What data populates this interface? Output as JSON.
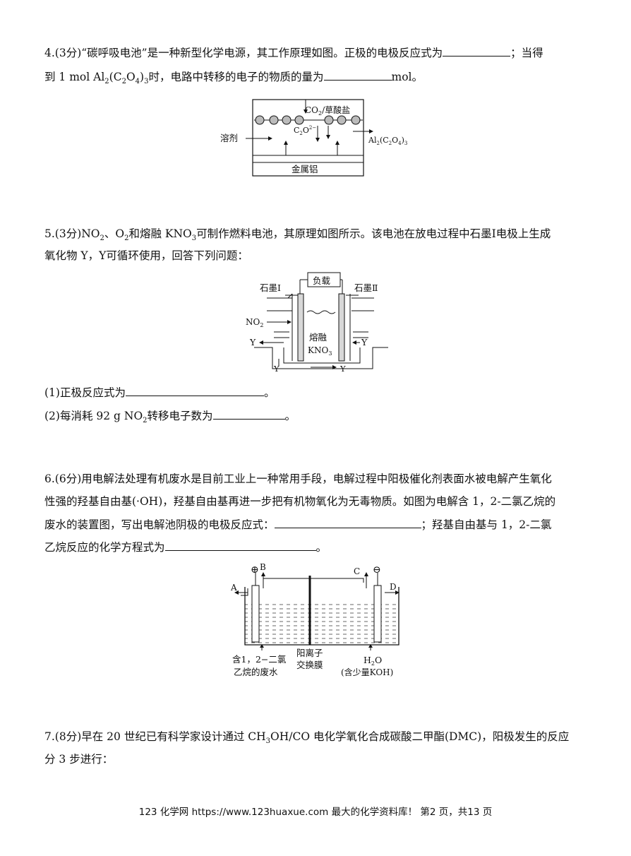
{
  "q4": {
    "line1_a": "4.(3分)“碳呼吸电池”是一种新型化学电源，其工作原理如图。正极的电极反应式为",
    "line1_b": "；当得",
    "line2_a": "到 1 mol Al",
    "line2_sub1": "2",
    "line2_b": "(C",
    "line2_sub2": "2",
    "line2_c": "O",
    "line2_sub3": "4",
    "line2_d": ")",
    "line2_sub4": "3",
    "line2_e": "时，电路中转移的电子的物质的量为",
    "line2_f": "mol。",
    "fig": {
      "co2": "CO",
      "co2_sub": "2",
      "co2_rest": "/草酸盐",
      "c2o4": "C",
      "c2o4_sub1": "2",
      "c2o4_o": "O",
      "c2o4_sup": "2−",
      "c2o4_sub2": "4",
      "solvent": "溶剂",
      "product": "Al",
      "product_sub1": "2",
      "product_mid": "(C",
      "product_sub2": "2",
      "product_o": "O",
      "product_sub3": "4",
      "product_end": ")",
      "product_sub4": "3",
      "metal": "金属铝"
    }
  },
  "q5": {
    "line1_a": "5.(3分)NO",
    "line1_sub1": "2",
    "line1_b": "、O",
    "line1_sub2": "2",
    "line1_c": "和熔融 KNO",
    "line1_sub3": "3",
    "line1_d": "可制作燃料电池，其原理如图所示。该电池在放电过程中石墨Ⅰ电极上生成",
    "line2": "氧化物 Y，Y可循环使用，回答下列问题：",
    "fig": {
      "load": "负载",
      "graphite1": "石墨Ⅰ",
      "graphite2": "石墨Ⅱ",
      "no2": "NO",
      "no2_sub": "2",
      "y": "Y",
      "molten": "熔融",
      "kno3": "KNO",
      "kno3_sub": "3"
    },
    "sub1": "(1)正极反应式为",
    "sub1_end": "。",
    "sub2_a": "(2)每消耗 92 g NO",
    "sub2_sub": "2",
    "sub2_b": "转移电子数为",
    "sub2_end": "。"
  },
  "q6": {
    "line1": "6.(6分)用电解法处理有机废水是目前工业上一种常用手段，电解过程中阳极催化剂表面水被电解产生氧化",
    "line2": "性强的羟基自由基(·OH)，羟基自由基再进一步把有机物氧化为无毒物质。如图为电解含 1，2-二氯乙烷的",
    "line3_a": "废水的装置图，写出电解池阴极的电极反应式：",
    "line3_b": "；羟基自由基与 1，2-二氯",
    "line4_a": "乙烷反应的化学方程式为",
    "line4_b": "。",
    "fig": {
      "plus": "⊕",
      "minus": "⊖",
      "a": "A",
      "b": "B",
      "c": "C",
      "d": "D",
      "waste1": "含1，2−二氯",
      "waste2": "乙烷的废水",
      "membrane1": "阳离子",
      "membrane2": "交换膜",
      "water": "H",
      "water_sub": "2",
      "water_o": "O",
      "koh": "(含少量KOH)"
    }
  },
  "q7": {
    "line1_a": "7.(8分)早在 20 世纪已有科学家设计通过 CH",
    "line1_sub": "3",
    "line1_b": "OH/CO 电化学氧化合成碳酸二甲酯(DMC)，阳极发生的反应",
    "line2": "分 3 步进行："
  },
  "footer": "123 化学网 https://www.123huaxue.com 最大的化学资料库！ 第2 页，共13 页"
}
